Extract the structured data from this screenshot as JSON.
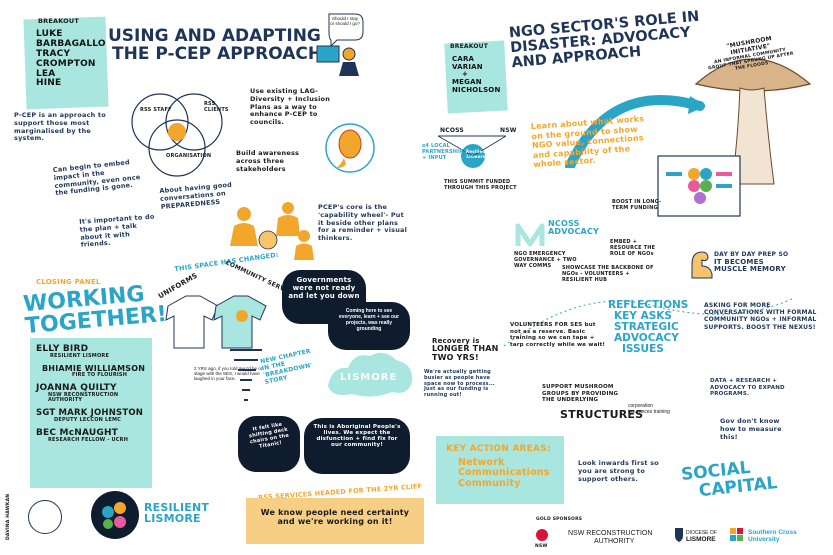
{
  "left_title": {
    "line1": "USING AND ADAPTING",
    "line2": "THE P-CEP APPROACH"
  },
  "breakout1": {
    "label": "BREAKOUT",
    "names": [
      "LUKE",
      "BARBAGALLO",
      "TRACY",
      "CROMPTON",
      "LEA",
      "HINE"
    ]
  },
  "pcep_intro": "P-CEP is an approach to support those most marginalised by the system.",
  "venn": {
    "staff": "RSS STAFF",
    "clients": "RSS CLIENTS",
    "org": "ORGANISATION"
  },
  "existing_lag": "Use existing LAG- Diversity + Inclusion Plans as a way to enhance P-CEP to councils.",
  "speech_small": "Should I stay or should I go?",
  "embed_impact": "Can begin to embed impact in the community, even once the funding is gone.",
  "build_awareness": "Build awareness across three stakeholders",
  "good_conversations": "About having good conversations on PREPAREDNESS",
  "plan_talk": "It's important to do the plan + talk about it with friends.",
  "capability_wheel": "PCEP's core is the 'capability wheel'- Put it beside other plans for a reminder + visual thinkers.",
  "right_title": {
    "line1": "NGO SECTOR'S ROLE IN",
    "line2": "DISASTER: ADVOCACY",
    "line3": "AND APPROACH"
  },
  "breakout2": {
    "label": "BREAKOUT",
    "names": [
      "CARA",
      "VARIAN",
      "+",
      "MEGAN",
      "NICHOLSON"
    ]
  },
  "mushroom": {
    "title": "\"MUSHROOM INITIATIVE\"",
    "desc": "AN INFORMAL COMMUNITY GROUP THAT SPRUNG UP AFTER THE FLOODS"
  },
  "ncoss": {
    "label": "NCOSS",
    "nsw": "NSW",
    "local": "x4 LOCAL PARTNERSHIPS + INPUT",
    "resilient": "Resilient Lismore",
    "funded": "THIS SUMMIT FUNDED THROUGH THIS PROJECT"
  },
  "learn_about": "Learn about what works on the ground to show NGO value, connections and capability of the whole sector.",
  "ncoss_advocacy": {
    "title": "NCOSS ADVOCACY",
    "emergency": "NGO EMERGENCY GOVERNANCE + TWO WAY COMMS",
    "boost": "BOOST IN LONG-TERM FUNDING",
    "embed": "EMBED + RESOURCE THE ROLE OF NGOs",
    "showcase": "SHOWCASE THE BACKBONE OF NGOs - VOLUNTEERS + RESILIENT HUB"
  },
  "muscle_memory": {
    "line1": "DAY BY DAY PREP SO",
    "line2": "IT BECOMES",
    "line3": "MUSCLE MEMORY"
  },
  "closing": {
    "label": "CLOSING PANEL",
    "title1": "WORKING",
    "title2": "TOGETHER!"
  },
  "panel": [
    {
      "name": "ELLY BIRD",
      "role": "RESILIENT LISMORE"
    },
    {
      "name": "BHIAMIE WILLIAMSON",
      "role": "FIRE TO FLOURISH"
    },
    {
      "name": "JOANNA QUILTY",
      "role": "NSW RECONSTRUCTION AUTHORITY"
    },
    {
      "name": "SGT MARK JOHNSTON",
      "role": "DEPUTY LECCON LEMC"
    },
    {
      "name": "BEC McNAUGHT",
      "role": "RESEARCH FELLOW - UCRH"
    }
  ],
  "space_changed": "THIS SPACE HAS CHANGED:",
  "space_uniforms": "UNIFORMS",
  "space_services": "COMMUNITY SERVICES",
  "years_ago": "2 YRS ago, if you told me I'd be on stage with the SES, I would have laughed in your face.",
  "govts_ready": "Governments were not ready and let you down",
  "coming_here": "Coming here to see everyone, learn + see our projects, was really grounding",
  "lismore": "LISMORE",
  "new_story": "NEW CHAPTER IN THE 'BREAKDOWN' STORY",
  "shifting": "It felt like shifting deck chairs on the Titanic!",
  "aboriginal": "This is Aboriginal People's lives. We expect the disfunction + find fix for our community!",
  "rss_cliff": "RSS SERVICES HEADED FOR THE 2YR CLIFF",
  "certainty": "We know people need certainty and we're working on it!",
  "recovery": {
    "line1": "Recovery is",
    "line2": "LONGER THAN",
    "line3": "TWO YRS!"
  },
  "busier": "We're actually getting busier as people have space now to process... Just as our funding is running out!",
  "key_action": {
    "title": "KEY ACTION AREAS:",
    "items": [
      "Network",
      "Communications",
      "Community"
    ]
  },
  "reflections": {
    "line1": "REFLECTIONS",
    "line2": "KEY ASKS",
    "line3": "STRATEGIC",
    "line4": "ADVOCACY",
    "line5": "ISSUES"
  },
  "volunteers": "VOLUNTEERS FOR SES but not as a reserve. Basic training so we can tape + tarp correctly while we wait!",
  "support_mushroom": {
    "text": "SUPPORT MUSHROOM GROUPS BY PROVIDING THE UNDERLYING",
    "structures": "STRUCTURES",
    "list": "corporation insurances training"
  },
  "asking": "ASKING FOR MORE CONVERSATIONS WITH FORMAL COMMUNITY NGOs + INFORMAL SUPPORTS. BOOST THE NEXUS!",
  "data_research": "DATA + RESEARCH + ADVOCACY TO EXPAND PROGRAMS.",
  "gov_measure": "Gov don't know how to measure this!",
  "look_inwards": "Look inwards first so you are strong to support others.",
  "social_capital": {
    "line1": "SOCIAL",
    "line2": "CAPITAL"
  },
  "footer": {
    "artist": "DAVINA HAWKAN",
    "resilient1": "RESILIENT",
    "resilient2": "LISMORE",
    "gold_sponsors": "GOLD SPONSORS",
    "nsw": "NSW",
    "reconstruction1": "NSW RECONSTRUCTION",
    "reconstruction2": "AUTHORITY",
    "diocese1": "DIOCESE OF",
    "diocese2": "LISMORE",
    "southern1": "Southern Cross",
    "southern2": "University"
  },
  "colors": {
    "navy": "#1f3558",
    "orange": "#f2a72c",
    "teal": "#2aa5c8",
    "mint": "#a9e6df",
    "dark": "#0f1c2e"
  }
}
